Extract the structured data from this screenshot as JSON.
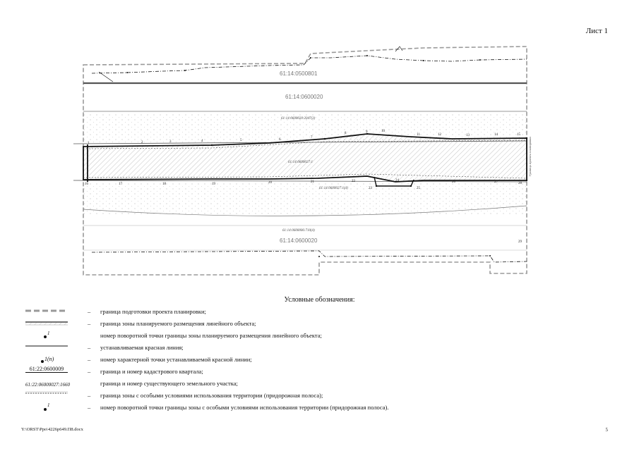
{
  "sheet_label": "Лист 1",
  "map": {
    "quarter_labels": [
      "61:14:0500801",
      "61:14:0600020",
      "61:14:0600020"
    ],
    "parcel_labels": [
      "61:14:0600020:2047(3)",
      "61:14:0600027:1",
      "61:14:0600027:1(4)",
      "61:14:0600006:710(4)"
    ],
    "side_label": "Граница проекта планировки",
    "point_labels": [
      "1",
      "2",
      "3",
      "4",
      "5",
      "6",
      "7",
      "8",
      "9",
      "10",
      "11",
      "12",
      "13",
      "14",
      "15",
      "16",
      "17",
      "18",
      "19",
      "20",
      "21",
      "22",
      "23",
      "24",
      "25",
      "26",
      "27",
      "28",
      "29"
    ]
  },
  "legend": {
    "title": "Условные обозначения:",
    "dash": "–",
    "items": [
      {
        "text": "граница подготовки проекта планировки;"
      },
      {
        "text": "граница зоны планируемого размещения линейного объекта;"
      },
      {
        "text": "номер поворотной точки границы зоны планируемого размещения линейного объекта;"
      },
      {
        "text": "устанавливаемая красная линия;"
      },
      {
        "text": "номер характерной точки устанавливаемой красной линии;"
      },
      {
        "text": "граница и номер кадастрового квартала;"
      },
      {
        "text": "граница и номер существующего земельного участка;"
      },
      {
        "text": "граница зоны с особыми условиями использования территории (придорожная полоса);"
      },
      {
        "text": "номер поворотной точки границы зоны с особыми условиями использования территории (придорожная полоса)."
      }
    ],
    "symbols": {
      "point_sup": "1",
      "red_point": "1(n)",
      "quarter": "61:22:0600009",
      "parcel": "61:22:06000027:1660"
    }
  },
  "footer": {
    "path": "Y:\\ORST\\Ppo\\4226p649.П8.docx",
    "page": "5"
  },
  "colors": {
    "line": "#111111",
    "hatch": "#8a8a8a",
    "planning_border": "#9a9a9a",
    "zone_border": "#555555"
  }
}
